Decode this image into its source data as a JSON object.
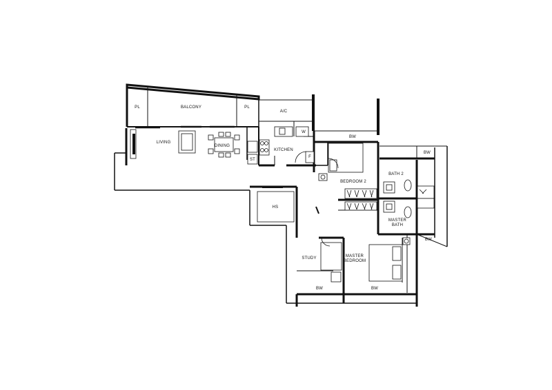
{
  "rooms": {
    "pl_left": "PL",
    "balcony": "BALCONY",
    "pl_right": "PL",
    "ac": "A/C",
    "w": "W",
    "living": "LIVING",
    "dining": "DINING",
    "kitchen": "KITCHEN",
    "st": "ST",
    "f": "F",
    "bw_kitchen": "BW",
    "bw_right_top": "BW",
    "bedroom2": "BEDROOM 2",
    "bath2": "BATH 2",
    "hs": "HS",
    "master_bath_1": "MASTER",
    "master_bath_2": "BATH",
    "bw_right_bottom": "BW",
    "study": "STUDY",
    "master_bedroom_1": "MASTER",
    "master_bedroom_2": "BEDROOM",
    "bw_study": "BW",
    "bw_master": "BW"
  }
}
